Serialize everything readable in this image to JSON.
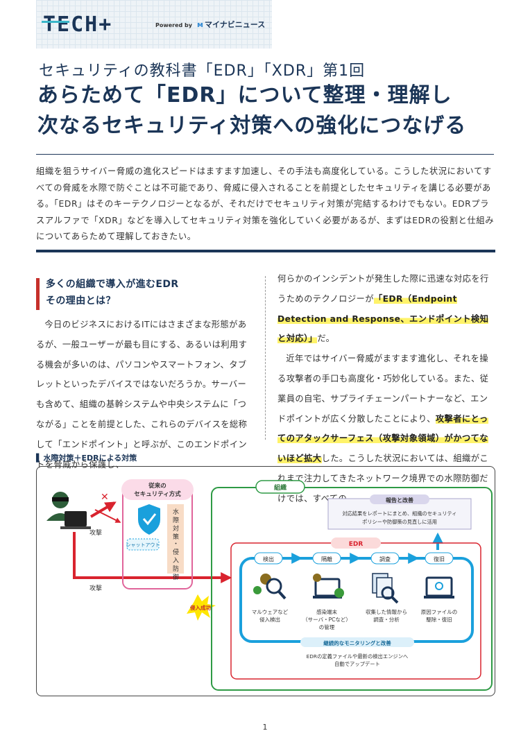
{
  "header": {
    "logo": "TECH+",
    "powered_by": "Powered by",
    "partner": "マイナビニュース"
  },
  "article": {
    "subtitle": "セキュリティの教科書「EDR」「XDR」第1回",
    "title_line1": "あらためて「EDR」について整理・理解し",
    "title_line2": "次なるセキュリティ対策への強化につなげる",
    "lead": "組織を狙うサイバー脅威の進化スピードはますます加速し、その手法も高度化している。こうした状況においてすべての脅威を水際で防ぐことは不可能であり、脅威に侵入されることを前提としたセキュリティを講じる必要がある。「EDR」はそのキーテクノロジーとなるが、それだけでセキュリティ対策が完結するわけでもない。EDRプラスアルファで「XDR」などを導入してセキュリティ対策を強化していく必要があるが、まずはEDRの役割と仕組みについてあらためて理解しておきたい。",
    "section_title_line1": "多くの組織で導入が進むEDR",
    "section_title_line2": "その理由とは？",
    "left_body": "今日のビジネスにおけるITにはさまざまな形態があるが、一般ユーザーが最も目にする、あるいは利用する機会が多いのは、パソコンやスマートフォン、タブレットといったデバイスではないだろうか。サーバーも含めて、組織の基幹システムや中央システムに「つながる」ことを前提とした、これらのデバイスを総称して「エンドポイント」と呼ぶが、このエンドポイントを脅威から保護し、",
    "right_p1_before": "何らかのインシデントが発生した際に迅速な対応を行うためのテクノロジーが",
    "right_p1_hl": "「EDR（Endpoint Detection and Response、エンドポイント検知と対応）」",
    "right_p1_after": "だ。",
    "right_p2_before": "近年ではサイバー脅威がますます進化し、それを操る攻撃者の手口も高度化・巧妙化している。また、従業員の自宅、サプライチェーンパートナーなど、エンドポイントが広く分散したことにより、",
    "right_p2_hl": "攻撃者にとってのアタックサーフェス（攻撃対象領域）がかつてないほど拡大",
    "right_p2_after": "した。こうした状況においては、組織がこれまで注力してきたネットワーク境界での水際防御だけでは、すべての"
  },
  "figure": {
    "label": "水際対策＋EDRによる対策",
    "traditional_title": "従来の\nセキュリティ方式",
    "shutout": "シャットアウト",
    "waterside": "水際対策・侵入防御",
    "attack1": "攻撃",
    "attack2": "攻撃",
    "intrusion": "侵入成功",
    "org_label": "組織",
    "report_title": "報告と改善",
    "report_text1": "対応結果をレポートにまとめ、組織のセキュリティ",
    "report_text2": "ポリシーや防御策の見直しに活用",
    "edr_label": "EDR",
    "steps": [
      {
        "label": "検出",
        "desc1": "マルウェアなど",
        "desc2": "侵入検出"
      },
      {
        "label": "隔離",
        "desc1": "感染端末",
        "desc2": "（サーバ・PCなど）",
        "desc3": "の管理"
      },
      {
        "label": "調査",
        "desc1": "収集した情報から",
        "desc2": "調査・分析"
      },
      {
        "label": "復旧",
        "desc1": "原因ファイルの",
        "desc2": "駆除・復旧"
      }
    ],
    "monitoring_title": "継続的なモニタリングと改善",
    "monitoring_text1": "EDRの定義ファイルや最新の検出エンジンへ",
    "monitoring_text2": "自動でアップデート",
    "colors": {
      "navy": "#1b3557",
      "red": "#d9232e",
      "green": "#2e9a45",
      "blue": "#1aa0dc",
      "pink": "#e0649a",
      "lav": "#d9d6ec",
      "yellow": "#ffe600"
    }
  },
  "page_number": "1"
}
